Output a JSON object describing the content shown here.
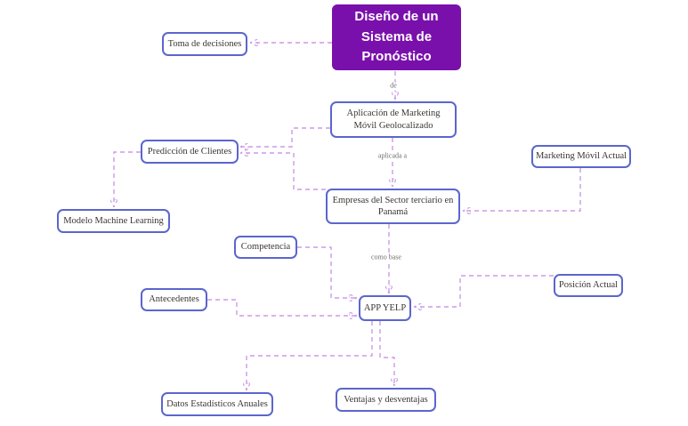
{
  "diagram": {
    "type": "mind-map",
    "root_label": "Diseño de un Sistema de Pronóstico"
  },
  "nodes": {
    "main": {
      "label": "Diseño de un Sistema de Pronóstico"
    },
    "toma": {
      "label": "Toma de decisiones"
    },
    "aplicacion": {
      "label": "Aplicación de Marketing Móvil Geolocalizado"
    },
    "prediccion": {
      "label": "Predicción de Clientes"
    },
    "marketing": {
      "label": "Marketing Móvil Actual"
    },
    "modelo": {
      "label": "Modelo Machine Learning"
    },
    "empresas": {
      "label": "Empresas del Sector terciario en Panamá"
    },
    "competencia": {
      "label": "Competencia"
    },
    "posicion": {
      "label": "Posición Actual"
    },
    "antecedentes": {
      "label": "Antecedentes"
    },
    "app_yelp": {
      "label": "APP YELP"
    },
    "datos": {
      "label": "Datos Estadísticos Anuales"
    },
    "ventajas": {
      "label": "Ventajas y desventajas"
    }
  },
  "edge_labels": {
    "de": "de",
    "aplicada_a": "aplicada a",
    "como_base": "como base"
  },
  "colors": {
    "root_fill": "#7a10ab",
    "root_text": "#ffffff",
    "node_border": "#5b66cd",
    "node_fill": "#ffffff",
    "node_text": "#3a3633",
    "connector": "#cd9ae8",
    "arrowhead": "#a161d6",
    "edge_label_text": "#6f6f6f",
    "background": "#ffffff"
  }
}
